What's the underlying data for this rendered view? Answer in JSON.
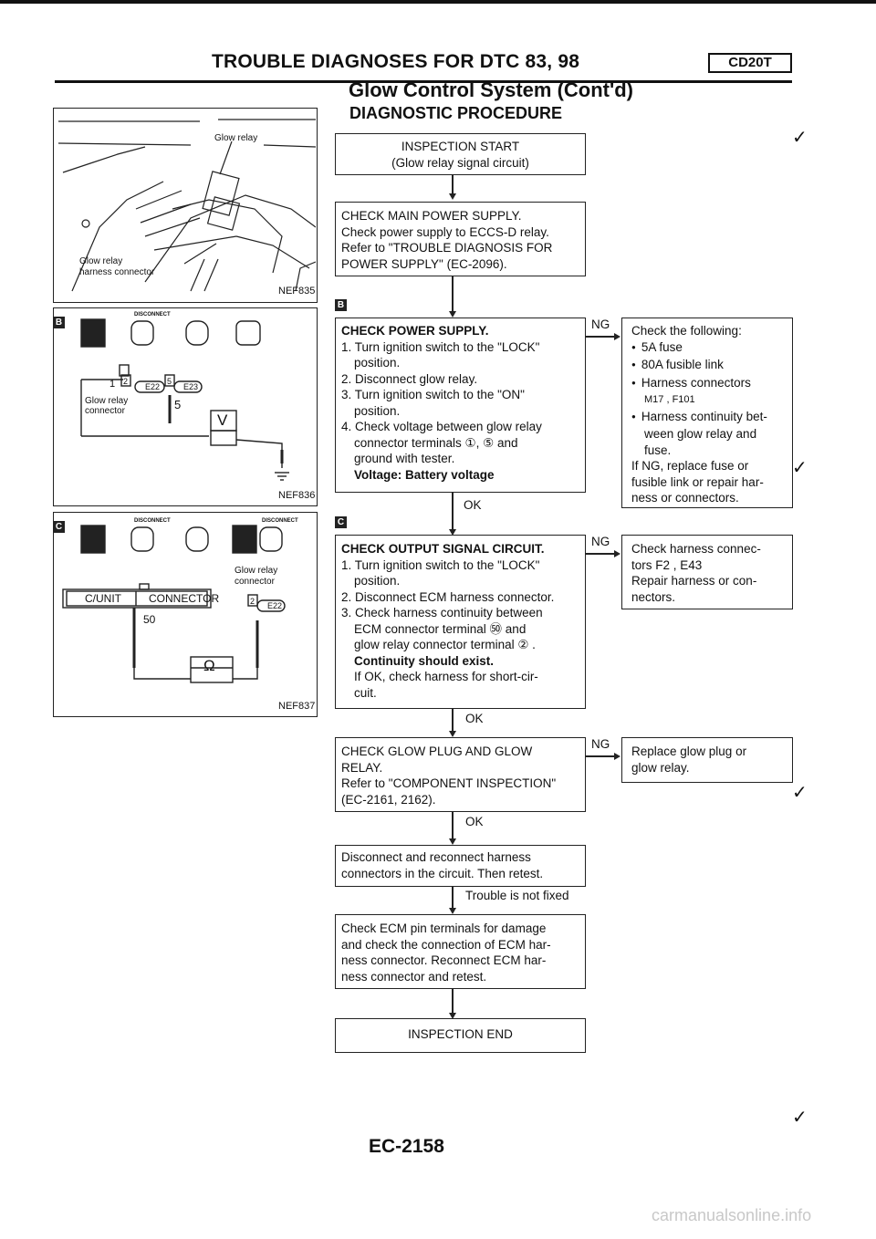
{
  "header": {
    "title": "TROUBLE DIAGNOSES FOR DTC 83, 98",
    "badge": "CD20T"
  },
  "subtitle": "Glow Control System (Cont'd)",
  "section": "DIAGNOSTIC PROCEDURE",
  "figures": {
    "fig1": {
      "code": "NEF835",
      "label_relay": "Glow relay",
      "label_harness_1": "Glow relay",
      "label_harness_2": "harness connector"
    },
    "fig2": {
      "marker": "B",
      "code": "NEF836",
      "connector_no": "E22",
      "connector_no2": "E23",
      "pin1": "1",
      "pin2": "2",
      "pin5": "5",
      "label1": "Glow relay",
      "label2": "connector",
      "meter": "V",
      "disconnect": "DISCONNECT"
    },
    "fig3": {
      "marker": "C",
      "code": "NEF837",
      "unit": "C/UNIT",
      "conn_word": "CONNECTOR",
      "pin50": "50",
      "label1": "Glow relay",
      "label2": "connector",
      "pin2": "2",
      "connector_no": "E22",
      "meter": "Ω",
      "disconnect1": "DISCONNECT",
      "disconnect2": "DISCONNECT"
    }
  },
  "flow": {
    "start": {
      "line1": "INSPECTION START",
      "line2": "(Glow relay signal circuit)"
    },
    "main_power": {
      "line1": "CHECK MAIN POWER SUPPLY.",
      "line2": "Check power supply to ECCS-D relay.",
      "line3": "Refer to \"TROUBLE DIAGNOSIS FOR",
      "line4": "POWER SUPPLY\" (EC-2096)."
    },
    "power": {
      "marker": "B",
      "title": "CHECK POWER SUPPLY.",
      "s1a": "1. Turn ignition switch to the \"LOCK\"",
      "s1b": "position.",
      "s2": "2. Disconnect glow relay.",
      "s3a": "3. Turn ignition switch to the \"ON\"",
      "s3b": "position.",
      "s4a": "4. Check voltage between glow relay",
      "s4b": "connector terminals ①, ⑤ and",
      "s4c": "ground with tester.",
      "result": "Voltage: Battery voltage",
      "ng": "NG",
      "ok": "OK"
    },
    "power_ng": {
      "title": "Check the following:",
      "b1": "5A fuse",
      "b2": "80A fusible link",
      "b3": "Harness connectors",
      "b3b": "M17 , F101",
      "b4a": "Harness continuity bet-",
      "b4b": "ween glow relay and",
      "b4c": "fuse.",
      "n1": "If NG, replace fuse or",
      "n2": "fusible link or repair har-",
      "n3": "ness or connectors."
    },
    "output": {
      "marker": "C",
      "title": "CHECK OUTPUT SIGNAL CIRCUIT.",
      "s1a": "1. Turn ignition switch to the \"LOCK\"",
      "s1b": "position.",
      "s2": "2. Disconnect ECM harness connector.",
      "s3a": "3. Check harness continuity between",
      "s3b": "ECM connector terminal ㊿ and",
      "s3c": "glow relay connector terminal ② .",
      "result": "Continuity should exist.",
      "n1": "If OK, check harness for short-cir-",
      "n2": "cuit.",
      "ng": "NG",
      "ok": "OK"
    },
    "output_ng": {
      "l1": "Check harness connec-",
      "l2": "tors F2 , E43",
      "l3": "Repair harness or con-",
      "l4": "nectors."
    },
    "glow": {
      "l1": "CHECK GLOW PLUG AND GLOW",
      "l2": "RELAY.",
      "l3": "Refer to \"COMPONENT INSPECTION\"",
      "l4": "(EC-2161, 2162).",
      "ng": "NG",
      "ok": "OK"
    },
    "glow_ng": {
      "l1": "Replace glow plug or",
      "l2": "glow relay."
    },
    "reconnect": {
      "l1": "Disconnect and reconnect harness",
      "l2": "connectors in the circuit. Then retest.",
      "tr": "Trouble is not fixed"
    },
    "ecm": {
      "l1": "Check ECM pin terminals for damage",
      "l2": "and check the connection of ECM har-",
      "l3": "ness connector. Reconnect ECM har-",
      "l4": "ness connector and retest."
    },
    "end": "INSPECTION END"
  },
  "footer": {
    "page": "EC-2158",
    "watermark": "carmanualsonline.info"
  }
}
